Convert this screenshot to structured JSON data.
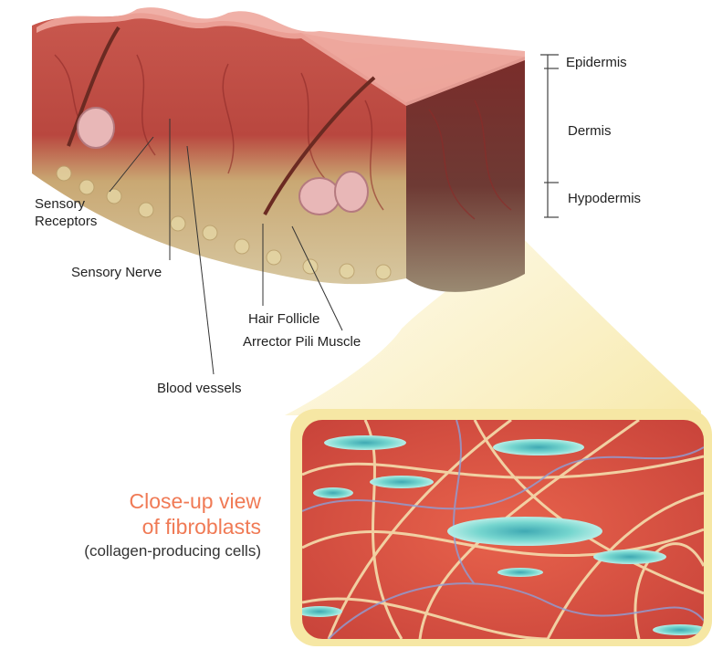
{
  "labels": {
    "epidermis": "Epidermis",
    "dermis": "Dermis",
    "hypodermis": "Hypodermis",
    "sensory_receptors_1": "Sensory",
    "sensory_receptors_2": "Receptors",
    "sensory_nerve": "Sensory Nerve",
    "hair_follicle": "Hair Follicle",
    "arrector_pili": "Arrector Pili Muscle",
    "blood_vessels": "Blood vessels"
  },
  "callout": {
    "line1": "Close-up view",
    "line2": "of fibroblasts",
    "line3": "(collagen-producing cells)"
  },
  "colors": {
    "callout_text": "#f07a55",
    "inset_border": "#f6e7a4",
    "inset_background": "#d9513d",
    "skin_surface": "#e8a39a",
    "collagen_fiber": "#f3d7a8",
    "fibroblast_cell": "#6fd2c9"
  }
}
